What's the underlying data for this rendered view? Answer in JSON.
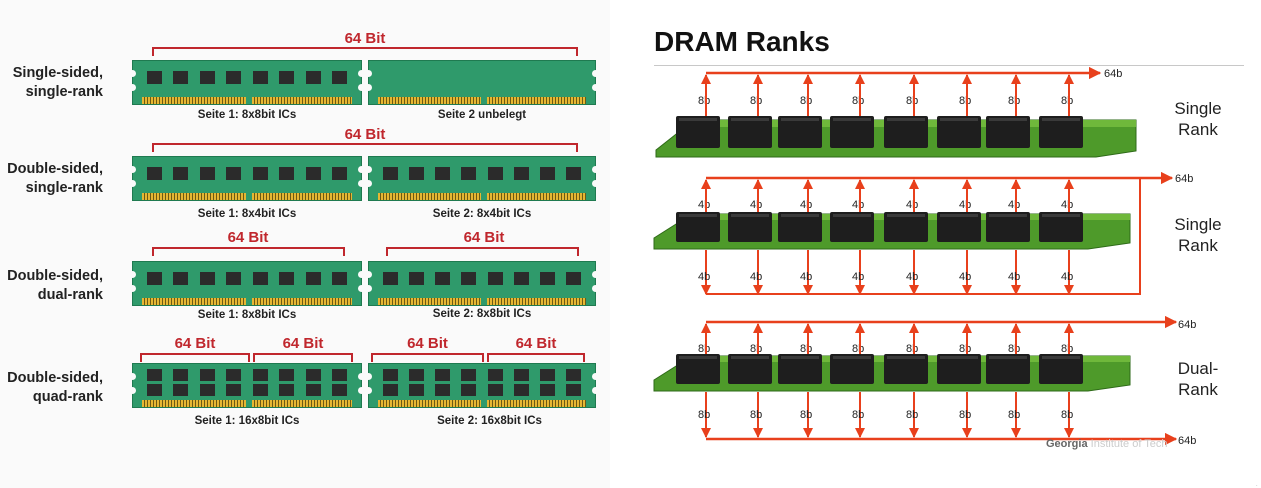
{
  "left": {
    "rows": [
      {
        "label_line1": "Single-sided,",
        "label_line2": "single-rank",
        "bit_labels": [
          "64 Bit"
        ],
        "captions": [
          "Seite 1: 8x8bit ICs",
          "Seite 2 unbelegt"
        ]
      },
      {
        "label_line1": "Double-sided,",
        "label_line2": "single-rank",
        "bit_labels": [
          "64 Bit"
        ],
        "captions": [
          "Seite 1: 8x4bit ICs",
          "Seite 2: 8x4bit ICs"
        ]
      },
      {
        "label_line1": "Double-sided,",
        "label_line2": "dual-rank",
        "bit_labels": [
          "64 Bit",
          "64 Bit"
        ],
        "captions": [
          "Seite 1: 8x8bit ICs",
          "Seite 2: 8x8bit ICs"
        ]
      },
      {
        "label_line1": "Double-sided,",
        "label_line2": "quad-rank",
        "bit_labels": [
          "64 Bit",
          "64 Bit",
          "64 Bit",
          "64 Bit"
        ],
        "captions": [
          "Seite 1: 16x8bit ICs",
          "Seite 2: 16x8bit ICs"
        ]
      }
    ]
  },
  "right": {
    "title": "DRAM Ranks",
    "modules": [
      {
        "rank_line1": "Single",
        "rank_line2": "Rank",
        "top_lane": "8b",
        "bottom_lane": "",
        "bus": "64b"
      },
      {
        "rank_line1": "Single",
        "rank_line2": "Rank",
        "top_lane": "4b",
        "bottom_lane": "4b",
        "bus": "64b"
      },
      {
        "rank_line1": "Dual-",
        "rank_line2": "Rank",
        "top_lane": "8b",
        "bottom_lane": "8b",
        "bus": "64b"
      }
    ],
    "extra_bus_label": "64b",
    "footer": "Georgia",
    "footer_faint": "Institute of Tech"
  },
  "colors": {
    "pcb_green": "#2f9a6b",
    "bracket_red": "#c0272d",
    "arrow_orange": "#e8401c",
    "module_green": "#4e9a2a",
    "chip_black": "#1e1e1e"
  }
}
